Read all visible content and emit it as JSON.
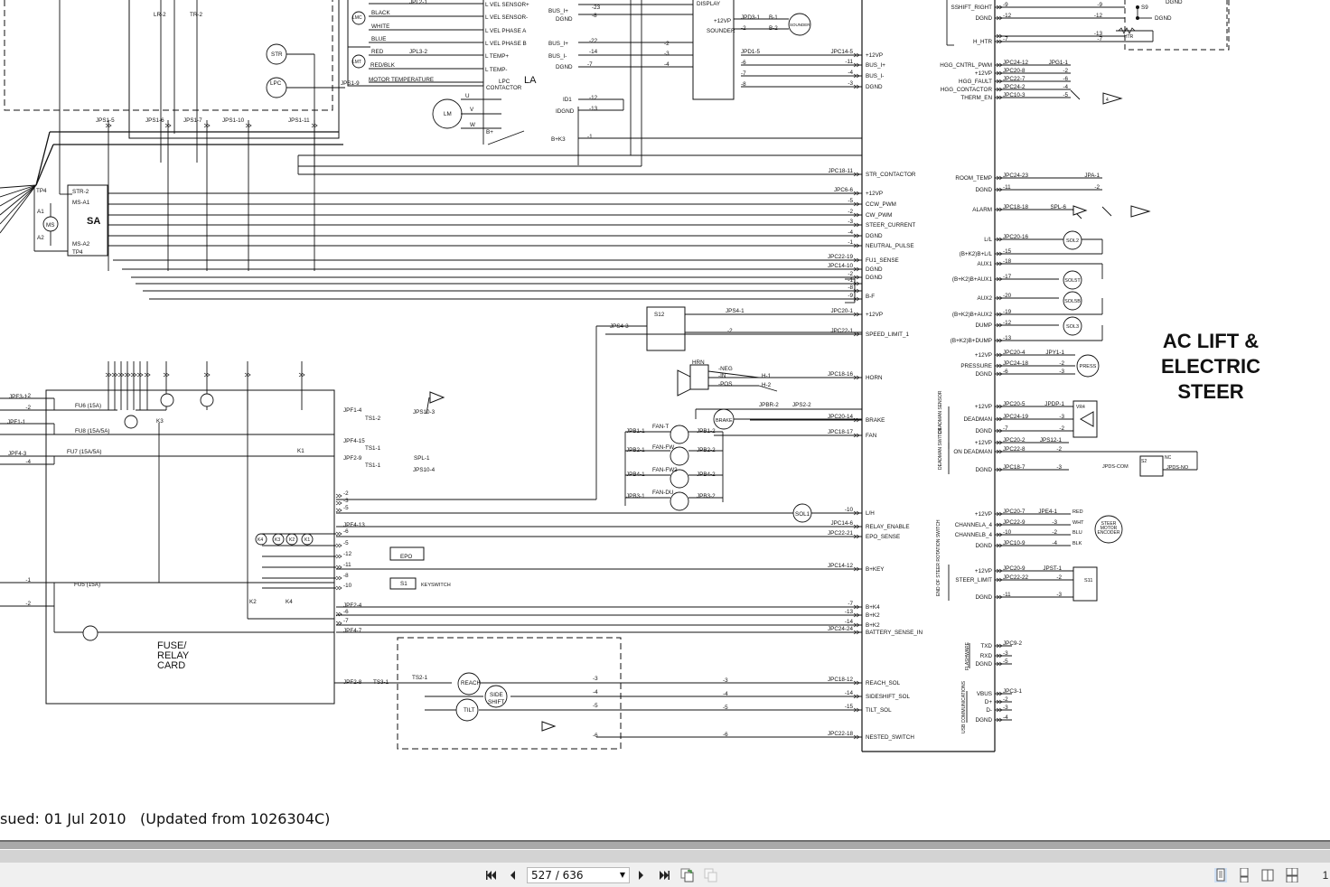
{
  "doc": {
    "title_lines": [
      "AC LIFT &",
      "ELECTRIC",
      "STEER"
    ],
    "issued": "sued: 01 Jul 2010",
    "updated": "(Updated from 1026304C)"
  },
  "center_bus": [
    {
      "pin": "JPC14-5",
      "signal": "+12VP"
    },
    {
      "pin": "-11",
      "signal": "BUS_I+"
    },
    {
      "pin": "-4",
      "signal": "BUS_I-"
    },
    {
      "pin": "-3",
      "signal": "DGND"
    },
    {
      "pin": "JPC18-11",
      "signal": "STR_CONTACTOR"
    },
    {
      "pin": "JPC6-6",
      "signal": "+12VP"
    },
    {
      "pin": "-5",
      "signal": "CCW_PWM"
    },
    {
      "pin": "-2",
      "signal": "CW_PWM"
    },
    {
      "pin": "-3",
      "signal": "STEER_CURRENT"
    },
    {
      "pin": "-4",
      "signal": "DGND"
    },
    {
      "pin": "-1",
      "signal": "NEUTRAL_PULSE"
    },
    {
      "pin": "JPC22-19",
      "signal": "FU1_SENSE"
    },
    {
      "pin": "JPC14-10",
      "signal": "DGND"
    },
    {
      "pin": "-2",
      "signal": "DGND"
    },
    {
      "pin": "-1"
    },
    {
      "pin": "-8",
      "signal": "B-F"
    },
    {
      "pin": "-9"
    },
    {
      "pin": "JPC20-1",
      "signal": "+12VP"
    },
    {
      "pin": "JPC22-1",
      "signal": "SPEED_LIMIT_1"
    },
    {
      "pin": "JPC18-16",
      "signal": "HORN"
    },
    {
      "pin": "JPC20-14",
      "signal": "BRAKE"
    },
    {
      "pin": "JPC18-17",
      "signal": "FAN"
    },
    {
      "pin": "-10",
      "signal": "L/H"
    },
    {
      "pin": "JPC14-6",
      "signal": "RELAY_ENABLE"
    },
    {
      "pin": "JPC22-21",
      "signal": "EPO_SENSE"
    },
    {
      "pin": "JPC14-12",
      "signal": "B+KEY"
    },
    {
      "pin": "-7",
      "signal": "B+K4"
    },
    {
      "pin": "-13",
      "signal": "B+K2"
    },
    {
      "pin": "-14",
      "signal": "B+K2"
    },
    {
      "pin": "JPC24-24",
      "signal": "BATTERY_SENSE_IN"
    },
    {
      "pin": "JPC18-12",
      "signal": "REACH_SOL"
    },
    {
      "pin": "-14",
      "signal": "SIDESHIFT_SOL"
    },
    {
      "pin": "-15",
      "signal": "TILT_SOL"
    },
    {
      "pin": "JPC22-18",
      "signal": "NESTED_SWITCH"
    }
  ],
  "right_bus": [
    {
      "signal": "SSHIFT_RIGHT",
      "pin": "-9",
      "far": "-9"
    },
    {
      "signal": "DGND",
      "pin": "-12",
      "far": "-12"
    },
    {
      "pin": "",
      "far": "-13"
    },
    {
      "signal": "H_HTR",
      "pin": "-7",
      "far": "-7"
    },
    {
      "signal": "HGG_CNTRL_PWM",
      "pin": "JPC24-12",
      "far": "JPG1-1"
    },
    {
      "signal": "+12VP",
      "pin": "JPC20-8",
      "far": "-2"
    },
    {
      "signal": "HGG_FAULT",
      "pin": "JPC22-7",
      "far": "-6"
    },
    {
      "signal": "HGG_CONTACTOR",
      "pin": "JPC24-2",
      "far": "-4"
    },
    {
      "signal": "THERM_EN",
      "pin": "JPC10-3",
      "far": "-5"
    },
    {
      "signal": "ROOM_TEMP",
      "pin": "JPC24-23",
      "far": "JPA-1"
    },
    {
      "signal": "DGND",
      "pin": "-11",
      "far": "-2"
    },
    {
      "signal": "ALARM",
      "pin": "JPC18-18",
      "far": "SPL-6"
    },
    {
      "signal": "L/L",
      "pin": "JPC20-16"
    },
    {
      "signal": "(B+K2)B+L/L",
      "pin": "-15"
    },
    {
      "signal": "AUX1",
      "pin": "-18"
    },
    {
      "signal": "(B+K2)B+AUX1",
      "pin": "-17"
    },
    {
      "signal": "AUX2",
      "pin": "-20"
    },
    {
      "signal": "(B+K2)B+AUX2",
      "pin": "-19"
    },
    {
      "signal": "DUMP",
      "pin": "-12"
    },
    {
      "signal": "(B+K2)B+DUMP",
      "pin": "-13"
    },
    {
      "signal": "+12VP",
      "pin": "JPC20-4",
      "far": "JPY1-1"
    },
    {
      "signal": "PRESSURE",
      "pin": "JPC24-18",
      "far": "-2"
    },
    {
      "signal": "DGND",
      "pin": "-6",
      "far": "-3"
    },
    {
      "signal": "+12VP",
      "pin": "JPC20-5",
      "far": "JPDP-1"
    },
    {
      "signal": "DEADMAN",
      "pin": "JPC24-19",
      "far": "-3"
    },
    {
      "signal": "DGND",
      "pin": "-7",
      "far": "-2"
    },
    {
      "signal": "+12VP",
      "pin": "JPC20-2",
      "far": "JPS12-1"
    },
    {
      "signal": "ON  DEADMAN",
      "pin": "JPC22-8",
      "far": "-2"
    },
    {
      "signal": "DGND",
      "pin": "JPC18-7",
      "far": "-3"
    },
    {
      "signal": "+12VP",
      "pin": "JPC20-7",
      "far": "JPE4-1"
    },
    {
      "signal": "CHANNELA_4",
      "pin": "JPC22-9",
      "far": "-3"
    },
    {
      "signal": "CHANNELB_4",
      "pin": "-10",
      "far": "-2"
    },
    {
      "signal": "DGND",
      "pin": "JPC10-9",
      "far": "-4"
    },
    {
      "signal": "+12VP",
      "pin": "JPC20-9",
      "far": "JPST-1"
    },
    {
      "signal": "STEER_LIMIT",
      "pin": "JPC22-22",
      "far": "-2"
    },
    {
      "signal": "DGND",
      "pin": "-11",
      "far": "-3"
    },
    {
      "signal": "TXD",
      "pin": "JPC9-2"
    },
    {
      "signal": "RXD",
      "pin": "-3"
    },
    {
      "signal": "DGND",
      "pin": "-5"
    },
    {
      "signal": "VBUS",
      "pin": "JPC3-1"
    },
    {
      "signal": "D+",
      "pin": "-2"
    },
    {
      "signal": "D-",
      "pin": "-3"
    },
    {
      "signal": "DGND",
      "pin": "-4"
    }
  ],
  "right_components": {
    "sol2": "SOL2",
    "sol5t": "SOL5T",
    "sol5b": "SOL5B",
    "sol3": "SOL3",
    "press": "PRESS",
    "vr4": "VR4",
    "s2": "S2",
    "nc": "NC",
    "jpds_com": "JPDS-COM",
    "jpds_no": "JPDS-NO",
    "s9": "S9",
    "dgnd_s9": "DGND",
    "htr": "HTR",
    "dgnd_top": "DGND",
    "enc_wires": [
      "RED",
      "WHT",
      "BLU",
      "BLK"
    ],
    "encoder": [
      "STEER",
      "MOTOR",
      "ENCODER"
    ],
    "s11": "S11",
    "groups": [
      "DEADMAN SENSOR",
      "DEADMAN SWITCH",
      "END OF STEER ROTATION SWITCH",
      "FLASHWARE",
      "USB COMMUNICATIONS"
    ],
    "connector_ref": "4"
  },
  "labels": [
    "LR-2",
    "TR-2",
    "STR",
    "LPC",
    "JPS1-5",
    "JPS1-6",
    "JPS1-7",
    "JPS1-10",
    "JPS1-11",
    "TP4",
    "STR-2",
    "MS-A1",
    "SA",
    "MS-A2",
    "TP4",
    "MS",
    "A1",
    "A2",
    "LMC",
    "LMT",
    "BLACK",
    "WHITE",
    "BLUE",
    "RED",
    "RED/BLK",
    "MOTOR TEMPERATURE",
    "JPS1-9",
    "JPL2-1",
    "JPL3-2",
    "L VEL SENSOR+",
    "L VEL SENSOR-",
    "L VEL PHASE A",
    "L VEL PHASE B",
    "L TEMP+",
    "L TEMP-",
    "LPC",
    "CONTACTOR",
    "LA",
    "LM",
    "U",
    "V",
    "W",
    "B+",
    "BUS_I+",
    "DGND",
    "BUS_I+",
    "BUS_I-",
    "DGND",
    "ID1",
    "IDGND",
    "B+K3",
    "DISPLAY",
    "+12VP",
    "SOUNDER",
    "SOUNDER",
    "S12",
    "JPS4-1",
    "-2",
    "JPS4-3",
    "HRN",
    "-NEG",
    "-IN",
    "-POS",
    "H-1",
    "H-2",
    "JPBR-2",
    "JPS2-2",
    "BRAKE",
    "FAN-T",
    "FAN-FW",
    "FAN-FW2",
    "FAN-DU",
    "JPB1-1",
    "JPB2-1",
    "JPB4-1",
    "JPB3-1",
    "JPB1-2",
    "JPB2-2",
    "JPB4-2",
    "JPB3-2",
    "SOL1",
    "JPF3-1",
    "JPF1-1",
    "JPF4-3",
    "FU6  (15A)",
    "FU8  (15A/5A)",
    "FU7  (15A/5A)",
    "FU5  (15A)",
    "K3",
    "K1",
    "K4",
    "K3",
    "K2",
    "K1",
    "K2",
    "K4",
    "FUSE/",
    "RELAY",
    "CARD",
    "JPF1-4",
    "TS1-2",
    "JPS10-3",
    "JPF4-15",
    "TS1-1",
    "JPF2-9",
    "TS1-1",
    "SPL-1",
    "JPS10-4",
    "JPF4-13",
    "EPO",
    "S1",
    "KEYSWITCH",
    "JPF2-4",
    "JPF4-7",
    "JPF2-8",
    "TS3-1",
    "TS2-1",
    "REACH",
    "SIDE",
    "SHIFT",
    "TILT",
    "JPD3-1",
    "-2",
    "B-1",
    "B-2",
    "JPD1-5",
    "-6",
    "-7",
    "-8",
    "-2",
    "-3",
    "-4",
    "-23",
    "-8",
    "-22",
    "-14",
    "-7",
    "-12",
    "-13",
    "-1"
  ],
  "card_pins": [
    "-2",
    "-2",
    "-4",
    "-1",
    "-2",
    "-2",
    "-3",
    "-5",
    "-6",
    "-5",
    "-12",
    "-11",
    "-8",
    "-10",
    "-6",
    "-7",
    "-3",
    "-4",
    "-5",
    "-6",
    "-3",
    "-4",
    "-5",
    "-6"
  ],
  "viewer": {
    "page_display": "527 / 636",
    "zoom_partial": "1"
  }
}
